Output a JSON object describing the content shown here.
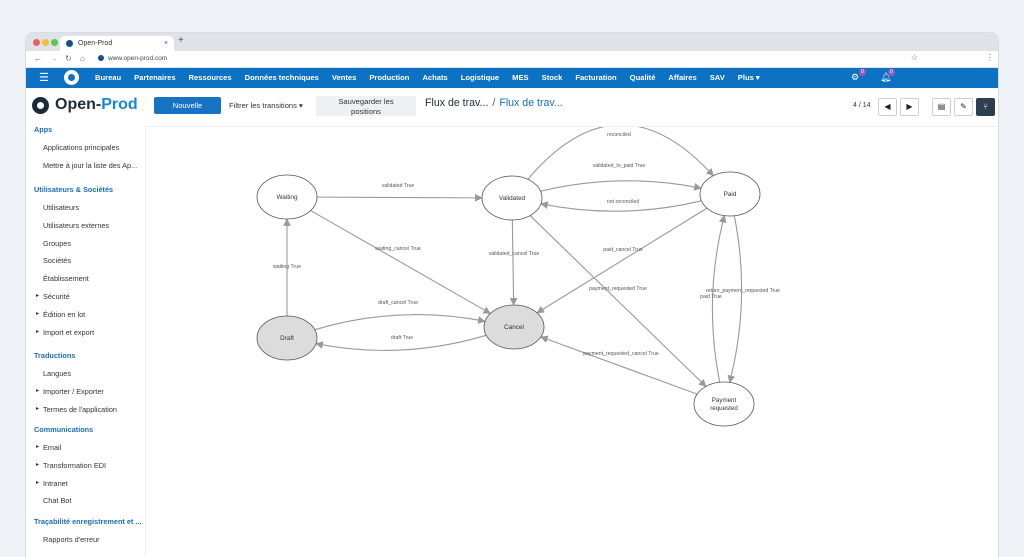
{
  "browser": {
    "tab_title": "Open-Prod",
    "tab_close": "×",
    "new_tab": "+",
    "url": "www.open-prod.com",
    "icons": [
      "back-icon",
      "forward-icon",
      "reload-icon",
      "home-icon",
      "star-icon",
      "kebab-icon"
    ]
  },
  "appnav": {
    "menu": [
      "Bureau",
      "Partenaires",
      "Ressources",
      "Données techniques",
      "Ventes",
      "Production",
      "Achats",
      "Logistique",
      "MES",
      "Stock",
      "Facturation",
      "Qualité",
      "Affaires",
      "SAV",
      "Plus ▾"
    ],
    "badge_settings": "0",
    "badge_notifications": "0"
  },
  "control": {
    "brand_a": "Open-",
    "brand_b": "Prod",
    "new_button": "Nouvelle",
    "filter_label": "Filtrer les transitions ▾",
    "save_positions": "Sauvegarder les positions",
    "breadcrumb_1": "Flux de trav...",
    "breadcrumb_sep": "/",
    "breadcrumb_2": "Flux de trav...",
    "pager": "4 / 14"
  },
  "sidebar": {
    "sections": [
      {
        "title": "Apps",
        "items": [
          {
            "label": "Applications principales"
          },
          {
            "label": "Mettre à jour la liste des Ap..."
          }
        ]
      },
      {
        "title": "Utilisateurs & Sociétés",
        "items": [
          {
            "label": "Utilisateurs"
          },
          {
            "label": "Utilisateurs externes"
          },
          {
            "label": "Groupes"
          },
          {
            "label": "Sociétés"
          },
          {
            "label": "Établissement"
          },
          {
            "label": "Sécurité",
            "caret": true
          },
          {
            "label": "Édition en lot",
            "caret": true
          },
          {
            "label": "Import et export",
            "caret": true
          }
        ]
      },
      {
        "title": "Traductions",
        "items": [
          {
            "label": "Langues"
          },
          {
            "label": "Importer / Exporter",
            "caret": true
          },
          {
            "label": "Termes de l'application",
            "caret": true
          }
        ]
      },
      {
        "title": "Communications",
        "items": [
          {
            "label": "Email",
            "caret": true
          },
          {
            "label": "Transformation EDI",
            "caret": true
          },
          {
            "label": "Intranet",
            "caret": true
          },
          {
            "label": "Chat Bot"
          }
        ]
      },
      {
        "title": "Traçabilité enregistrement et ...",
        "items": [
          {
            "label": "Rapports d'erreur"
          }
        ]
      }
    ]
  },
  "diagram": {
    "nodes": [
      {
        "id": "waiting",
        "label": "Waiting",
        "filled": false
      },
      {
        "id": "validated",
        "label": "Validated",
        "filled": false
      },
      {
        "id": "paid",
        "label": "Paid",
        "filled": false
      },
      {
        "id": "draft",
        "label": "Draft",
        "filled": true
      },
      {
        "id": "cancel",
        "label": "Cancel",
        "filled": true
      },
      {
        "id": "payment_requested",
        "label": "Payment requested",
        "filled": false
      }
    ],
    "edges": [
      {
        "from": "validated",
        "to": "paid",
        "label": "reconciled"
      },
      {
        "from": "validated",
        "to": "paid",
        "label": "validated_to_paid True"
      },
      {
        "from": "paid",
        "to": "validated",
        "label": "not reconciled"
      },
      {
        "from": "waiting",
        "to": "validated",
        "label": "validated True"
      },
      {
        "from": "waiting",
        "to": "cancel",
        "label": "waiting_cancel True"
      },
      {
        "from": "validated",
        "to": "cancel",
        "label": "validated_cancel True"
      },
      {
        "from": "paid",
        "to": "cancel",
        "label": "paid_cancel True"
      },
      {
        "from": "validated",
        "to": "payment_requested",
        "label": "payment_requested True"
      },
      {
        "from": "payment_requested",
        "to": "paid",
        "label": "return_payment_requested True"
      },
      {
        "from": "paid",
        "to": "payment_requested",
        "label": "paid True"
      },
      {
        "from": "draft",
        "to": "waiting",
        "label": "waiting True"
      },
      {
        "from": "draft",
        "to": "cancel",
        "label": "draft_cancel True"
      },
      {
        "from": "cancel",
        "to": "draft",
        "label": "draft True"
      },
      {
        "from": "payment_requested",
        "to": "cancel",
        "label": "payment_requested_cancel True"
      }
    ],
    "node_fill": "#dcdcdc",
    "edge_color": "#999999"
  }
}
